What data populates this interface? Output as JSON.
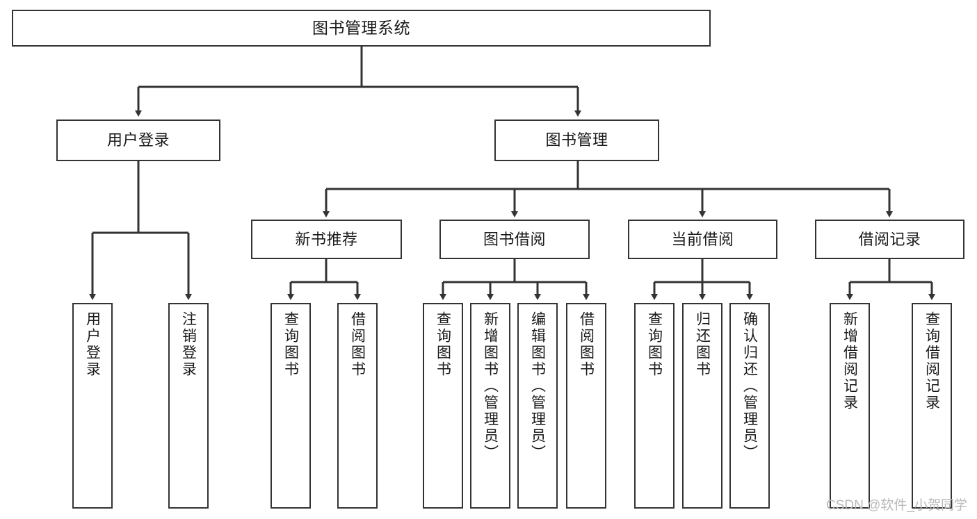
{
  "diagram": {
    "title": "图书管理系统",
    "type": "tree-hierarchy-diagram",
    "colors": {
      "background": "#ffffff",
      "node_border": "#333333",
      "node_fill": "#ffffff",
      "edge": "#333333",
      "text": "#1a1a1a",
      "watermark": "#b9b9b9"
    },
    "nodes": {
      "root": {
        "label": "图书管理系统"
      },
      "level2": [
        {
          "label": "用户登录"
        },
        {
          "label": "图书管理"
        }
      ],
      "level3": [
        {
          "label": "新书推荐"
        },
        {
          "label": "图书借阅"
        },
        {
          "label": "当前借阅"
        },
        {
          "label": "借阅记录"
        }
      ],
      "leaves": {
        "user_login": [
          {
            "label": "用户登录"
          },
          {
            "label": "注销登录"
          }
        ],
        "new_book_recommend": [
          {
            "label": "查询图书"
          },
          {
            "label": "借阅图书"
          }
        ],
        "book_borrow": [
          {
            "label": "查询图书"
          },
          {
            "label": "新增图书（管理员）"
          },
          {
            "label": "编辑图书（管理员）"
          },
          {
            "label": "借阅图书"
          }
        ],
        "current_borrow": [
          {
            "label": "查询图书"
          },
          {
            "label": "归还图书"
          },
          {
            "label": "确认归还（管理员）"
          }
        ],
        "borrow_record": [
          {
            "label": "新增借阅记录"
          },
          {
            "label": "查询借阅记录"
          }
        ]
      }
    },
    "watermark": "CSDN @软件_小贺同学"
  }
}
